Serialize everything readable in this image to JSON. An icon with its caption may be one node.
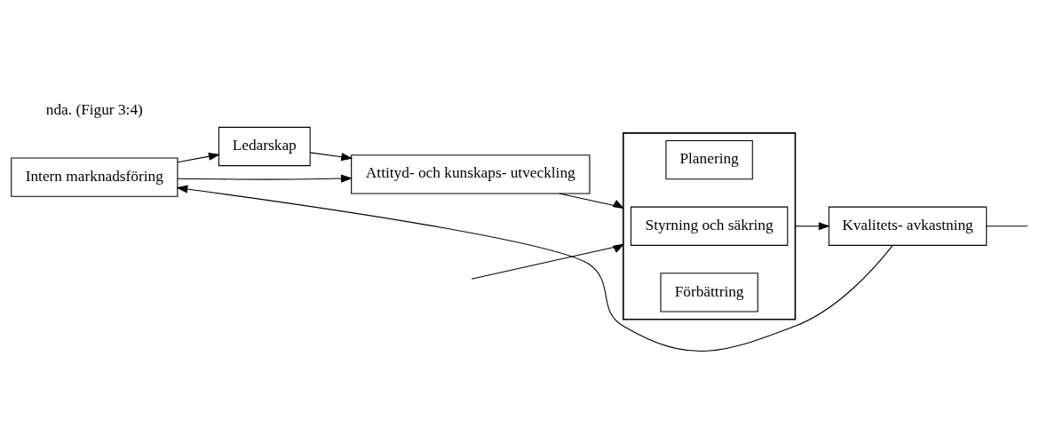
{
  "diagram": {
    "nodes": [
      {
        "text": [
          "Intern marknadsföring"
        ]
      },
      {
        "text": [
          "Ledarskap"
        ]
      },
      {
        "text": [
          "Attityd- och kunskaps- utveckling"
        ]
      },
      {
        "text": [],
        "shape": "box"
      },
      {
        "text": [
          "Planering"
        ],
        "in": 3
      },
      {
        "text": [
          "Styrning och säkring"
        ],
        "in": 3
      },
      {
        "text": [
          "Förbättring"
        ],
        "in": 3
      },
      {
        "text": [
          "Kvalitets- avkastning"
        ]
      }
    ],
    "edges": [
      {
        "from": 0,
        "to": 1,
        "arrow": "to"
      },
      {
        "from": 0,
        "to": 2,
        "arrow": "to"
      },
      {
        "from": 1,
        "to": 2,
        "arrow": "to"
      },
      {
        "from": 2,
        "to": 3,
        "arrow": "to"
      },
      {
        "from": 3,
        "to": 7,
        "arrow": "to"
      },
      {
        "from": 7,
        "to": 0,
        "arrow": "to"
      },
      {
        "from": 7,
        "to": null,
        "arrow": "none"
      },
      {
        "from": null,
        "to": 3,
        "arrow": "to"
      }
    ],
    "labels": [
      "nda. (Figur 3:4)"
    ]
  }
}
